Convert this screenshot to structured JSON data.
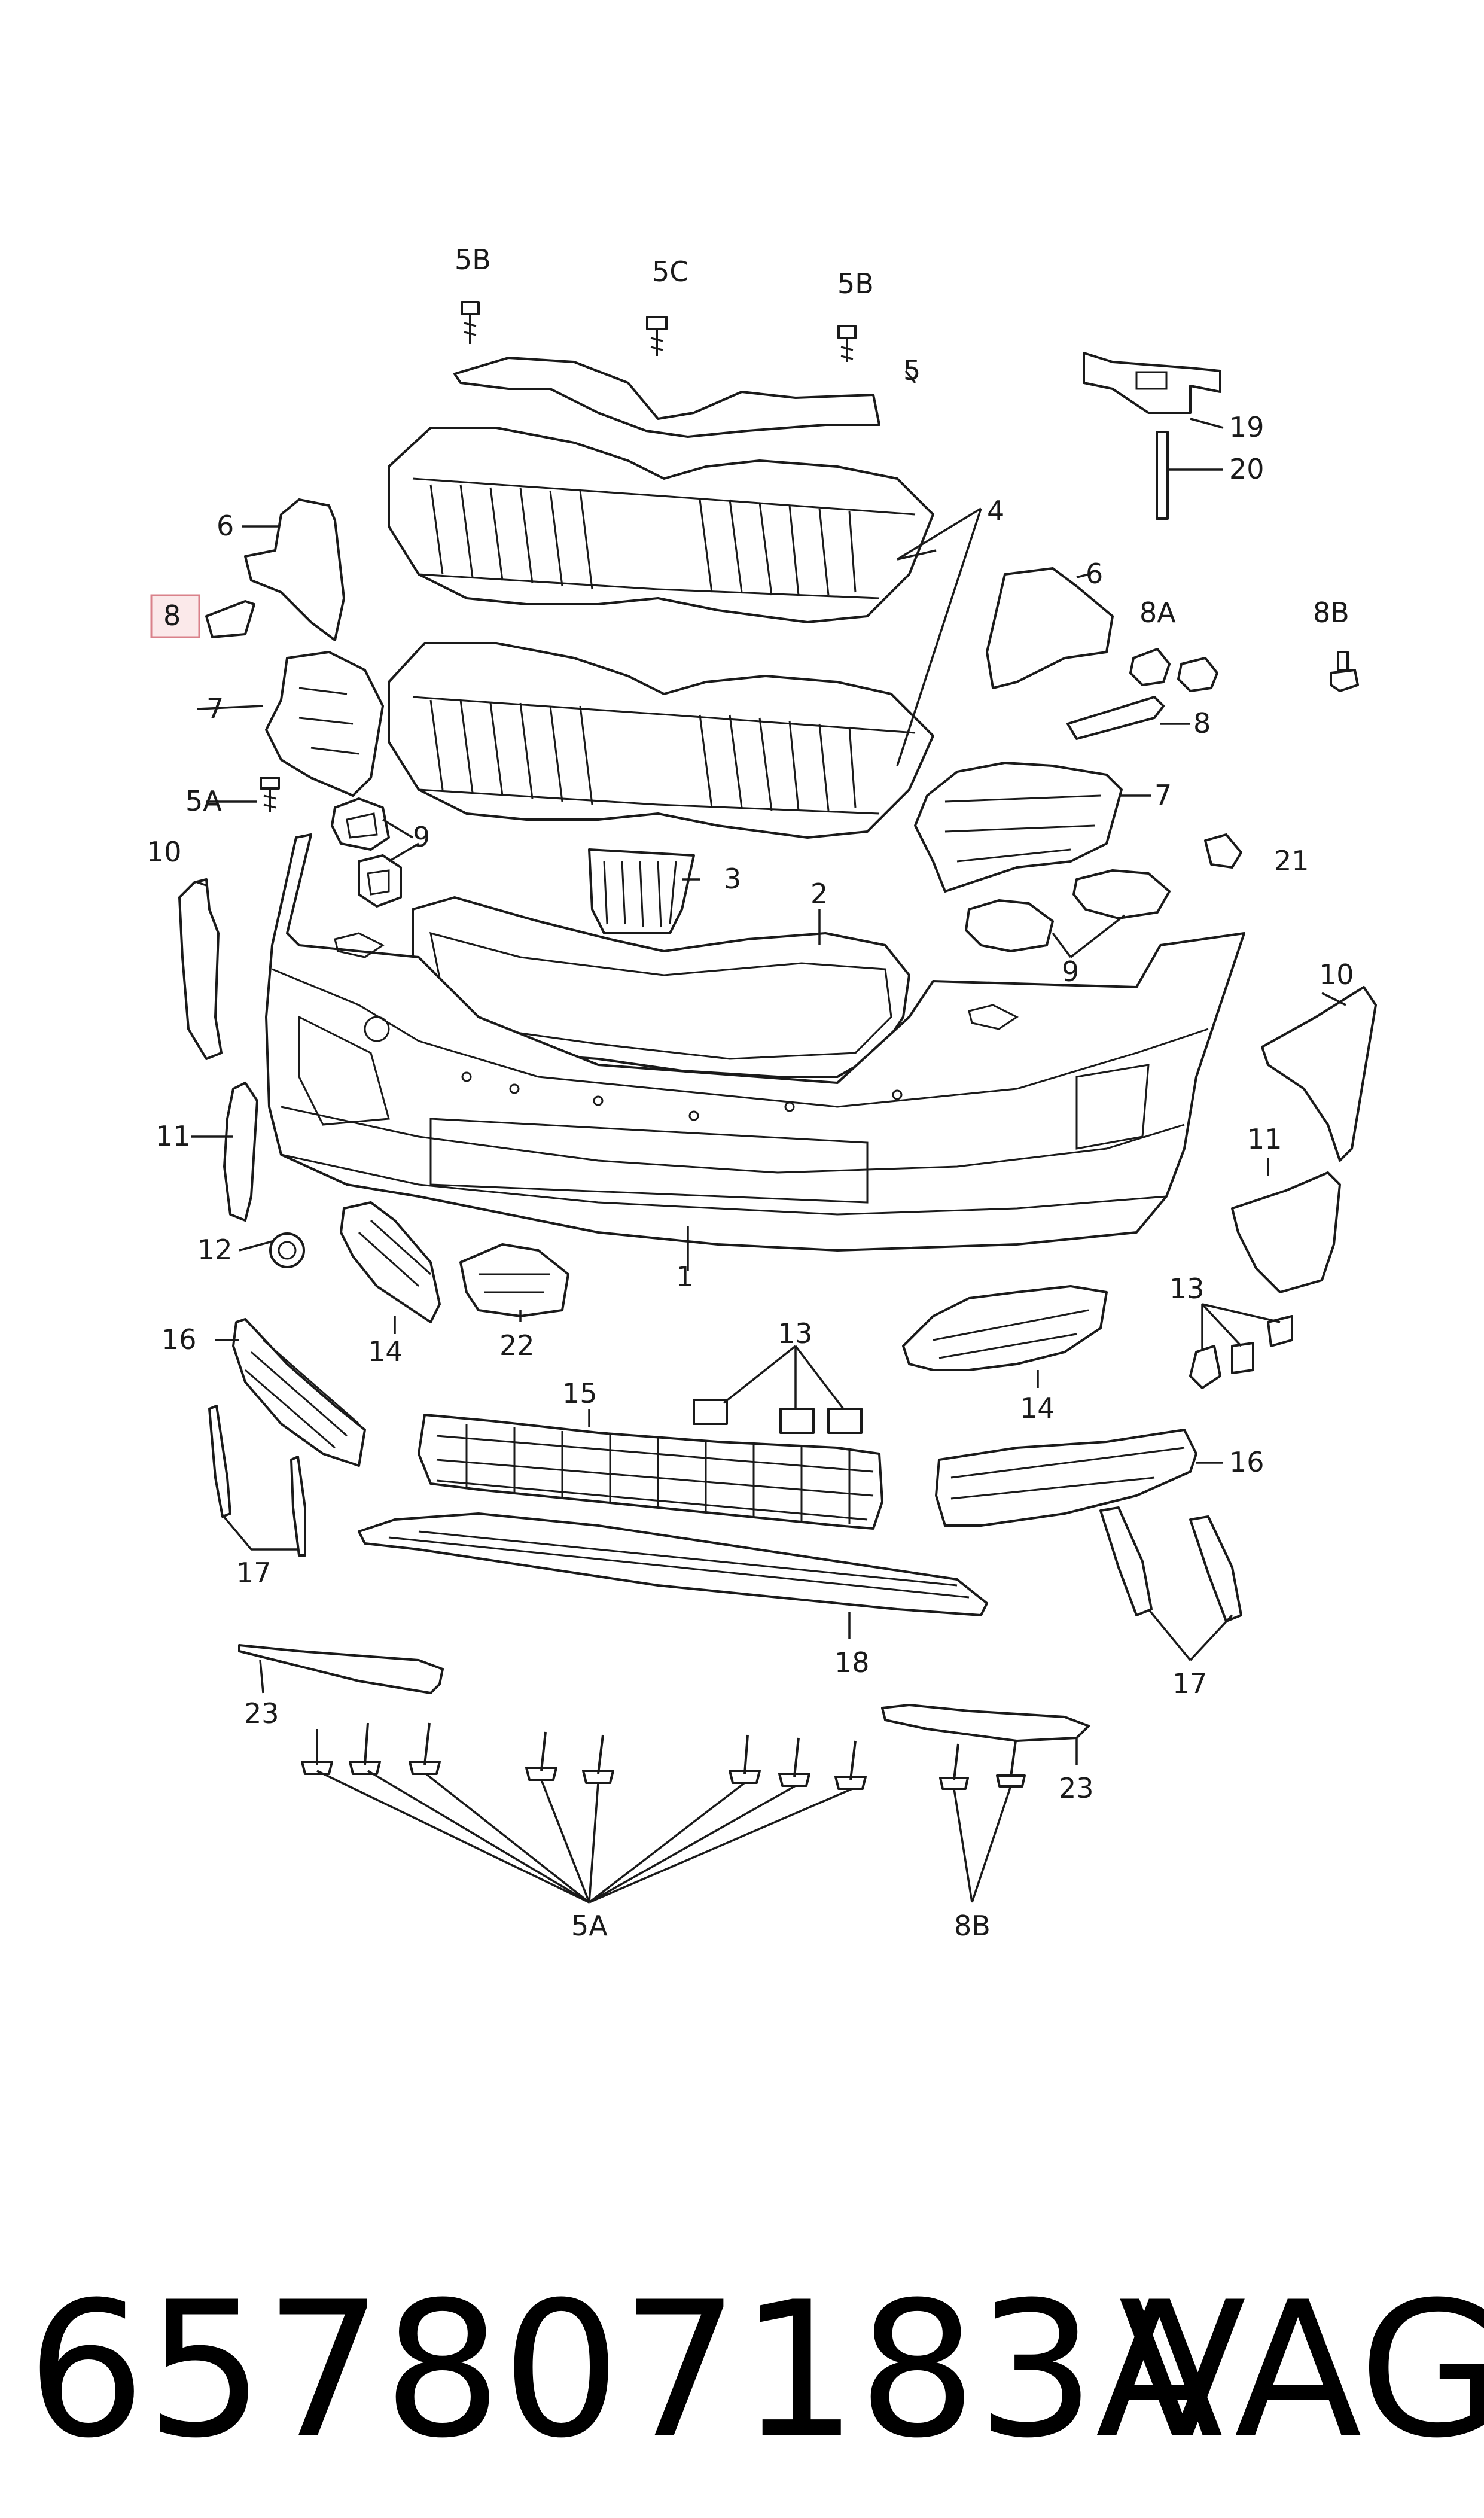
{
  "diagram": {
    "highlight_label": "8",
    "callouts": [
      "5B",
      "5C",
      "5B",
      "5",
      "19",
      "20",
      "4",
      "6",
      "8A",
      "8B",
      "8",
      "6",
      "7",
      "8",
      "5A",
      "9",
      "7",
      "21",
      "10",
      "3",
      "2",
      "9",
      "10",
      "11",
      "11",
      "12",
      "1",
      "13",
      "16",
      "14",
      "22",
      "13",
      "15",
      "14",
      "16",
      "17",
      "18",
      "17",
      "23",
      "23",
      "5A",
      "8B"
    ],
    "footer": {
      "part_number": "657807183A",
      "brand": "VAG"
    }
  }
}
